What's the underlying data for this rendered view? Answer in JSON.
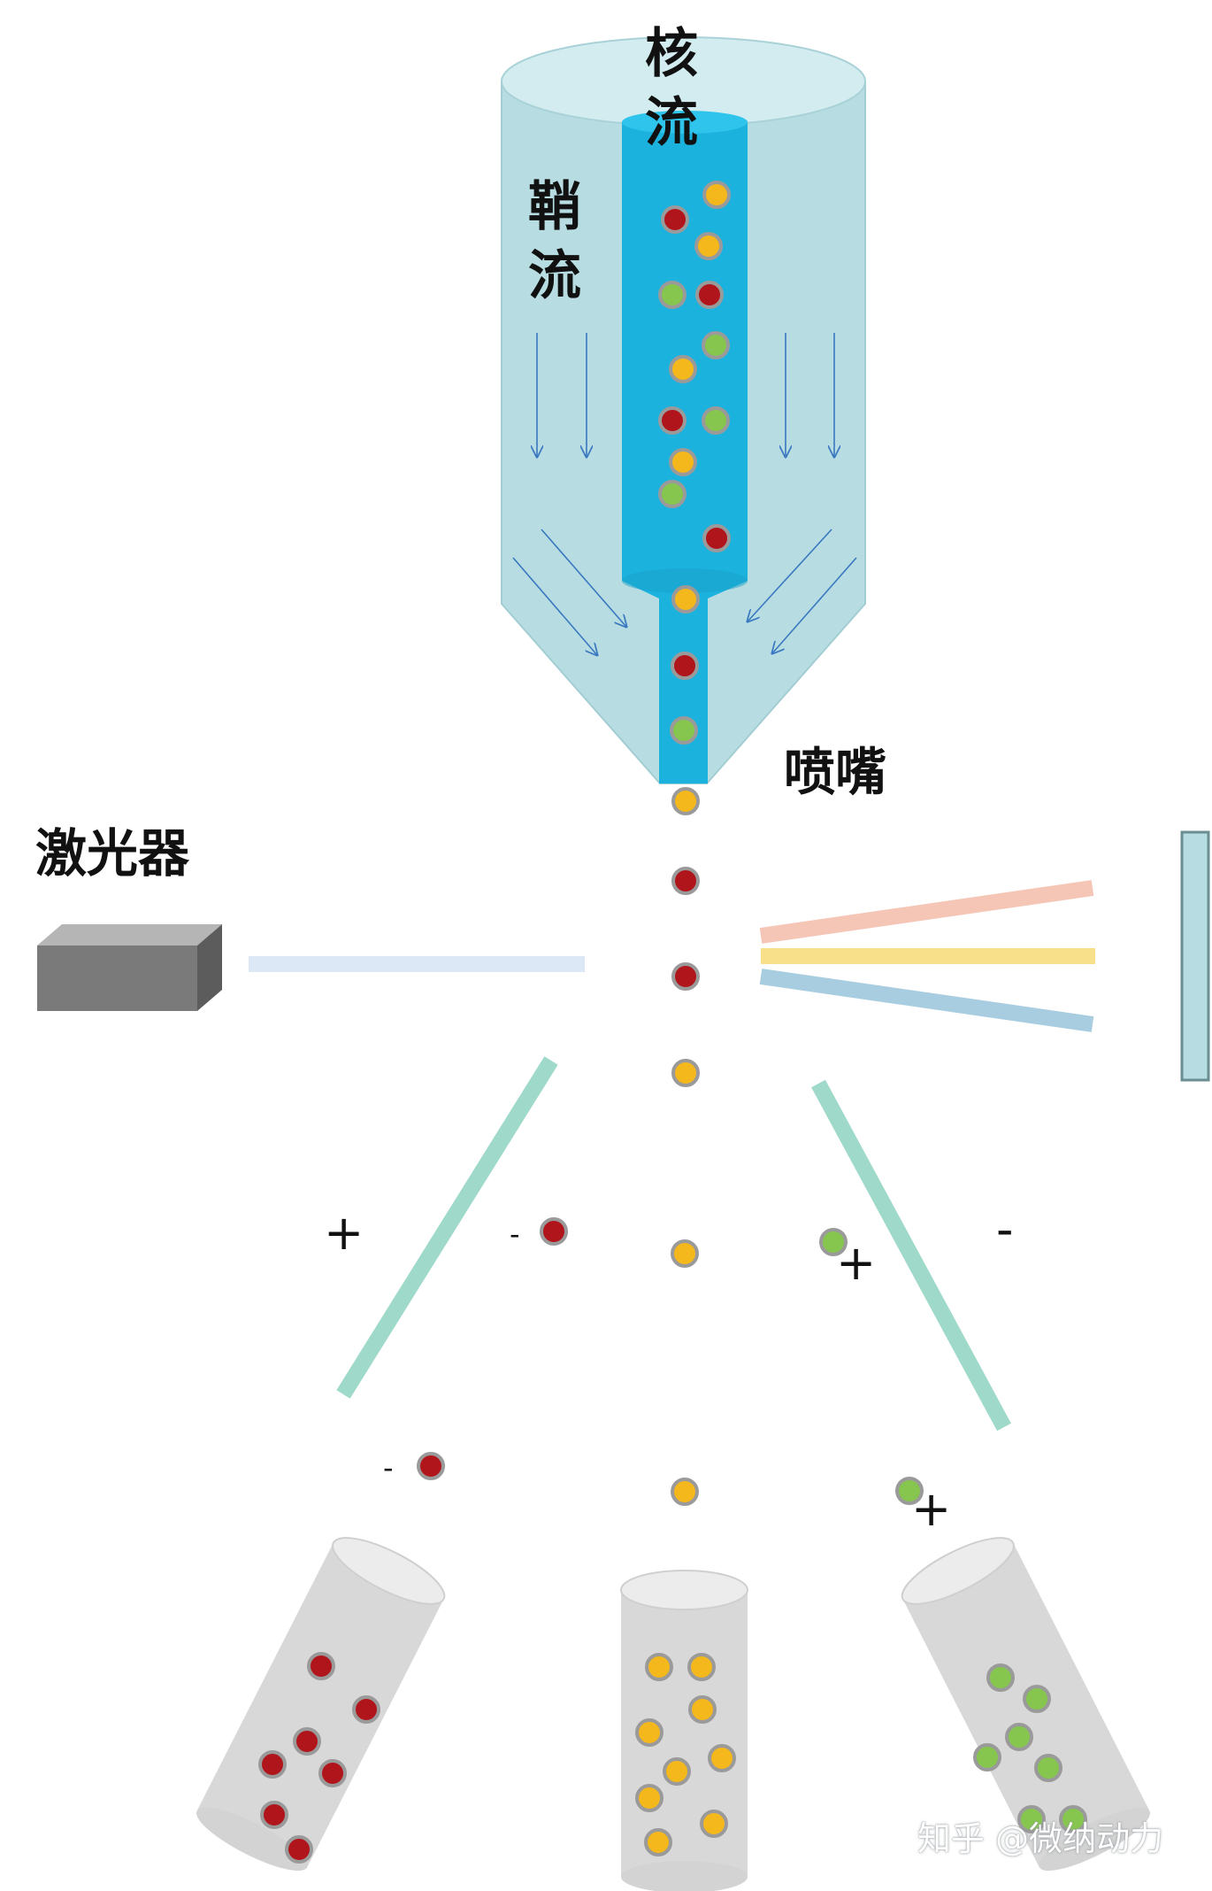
{
  "labels": {
    "core_flow": "核流",
    "sheath_flow": "鞘流",
    "nozzle": "喷嘴",
    "laser": "激光器"
  },
  "charges": {
    "left_plate": "+",
    "right_plate": "-",
    "red_drop_upper": "-",
    "red_drop_lower": "-",
    "green_drop_upper": "+",
    "green_drop_lower": "+"
  },
  "watermark": "知乎 @微纳动力",
  "colors": {
    "red_cell": "#b0151b",
    "yellow_cell": "#f4b81c",
    "green_cell": "#86c64f",
    "cell_border": "#9a9a9a",
    "sheath": "#b7dde2",
    "core": "#1cb2de",
    "deflection_plate": "#9fd9c9",
    "laser_body": "#7a7a7a",
    "tube": "#d8d8d8"
  },
  "icons": {
    "laser": "laser-box-icon",
    "detector": "detector-panel-icon",
    "flow_arrows": "flow-arrow-icon"
  }
}
